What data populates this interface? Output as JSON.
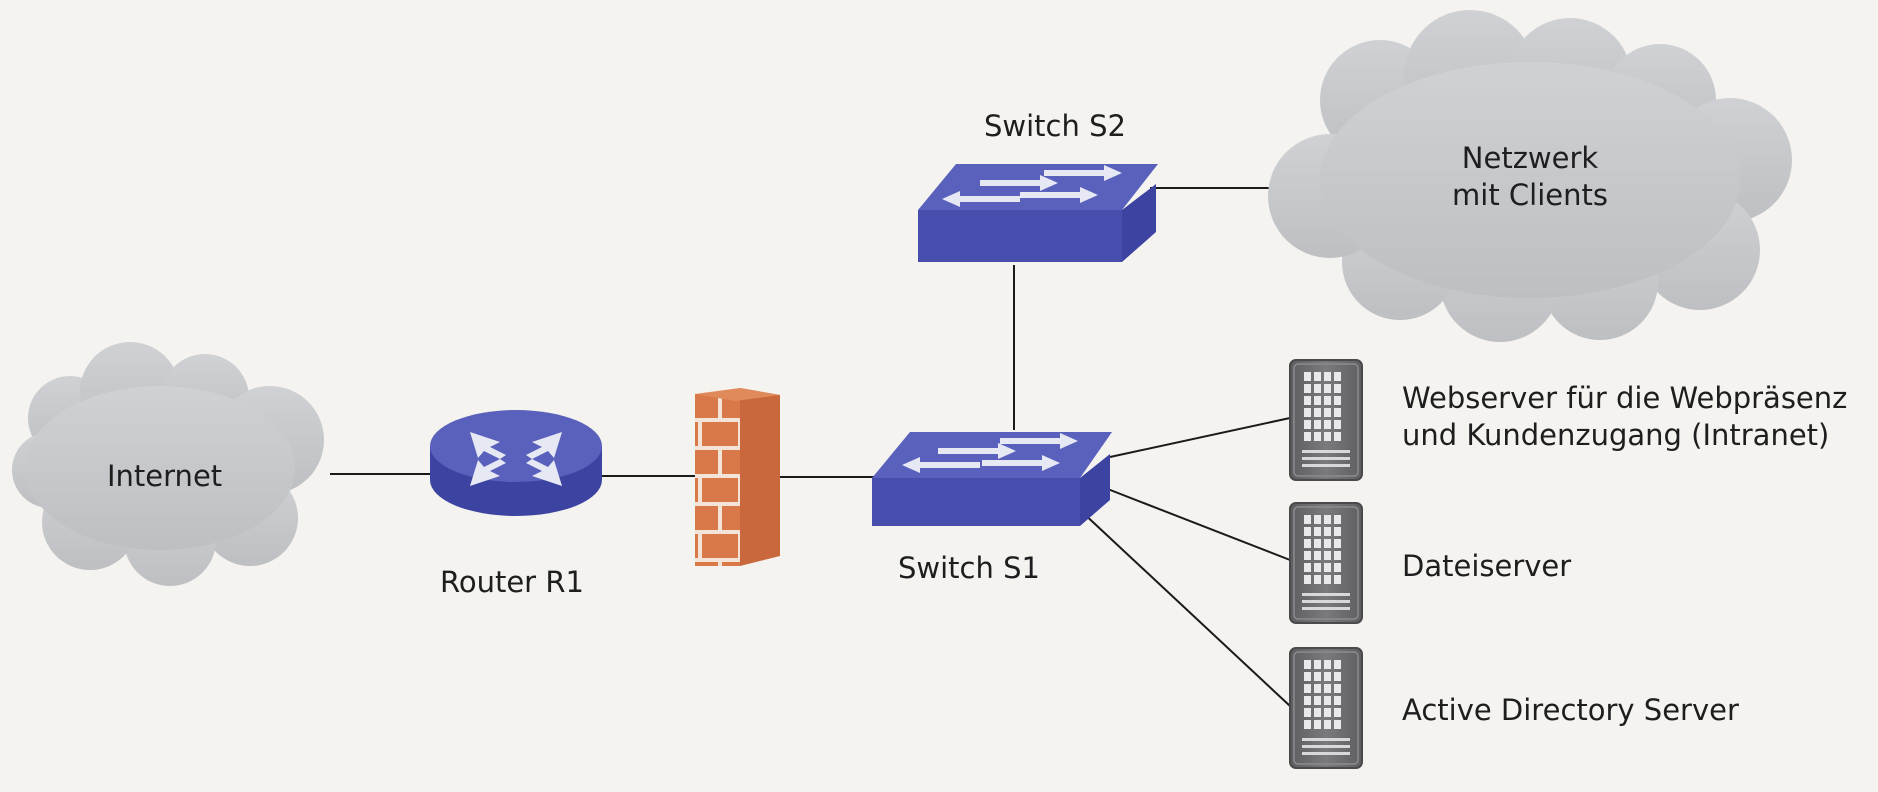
{
  "nodes": {
    "internet": {
      "label": "Internet"
    },
    "router": {
      "label": "Router R1"
    },
    "firewall": {
      "label": ""
    },
    "switch_s1": {
      "label": "Switch S1"
    },
    "switch_s2": {
      "label": "Switch S2"
    },
    "client_network": {
      "label_line1": "Netzwerk",
      "label_line2": "mit Clients"
    },
    "web_server": {
      "label_line1": "Webserver für die Webpräsenz",
      "label_line2": "und Kundenzugang (Intranet)"
    },
    "file_server": {
      "label": "Dateiserver"
    },
    "ad_server": {
      "label": "Active Directory Server"
    }
  },
  "colors": {
    "cloud": "#c6c8cb",
    "device_top": "#5259b4",
    "device_side": "#3c43a0",
    "brick": "#d97a4a",
    "server": "#6f6f72",
    "line": "#1a1a1a"
  }
}
